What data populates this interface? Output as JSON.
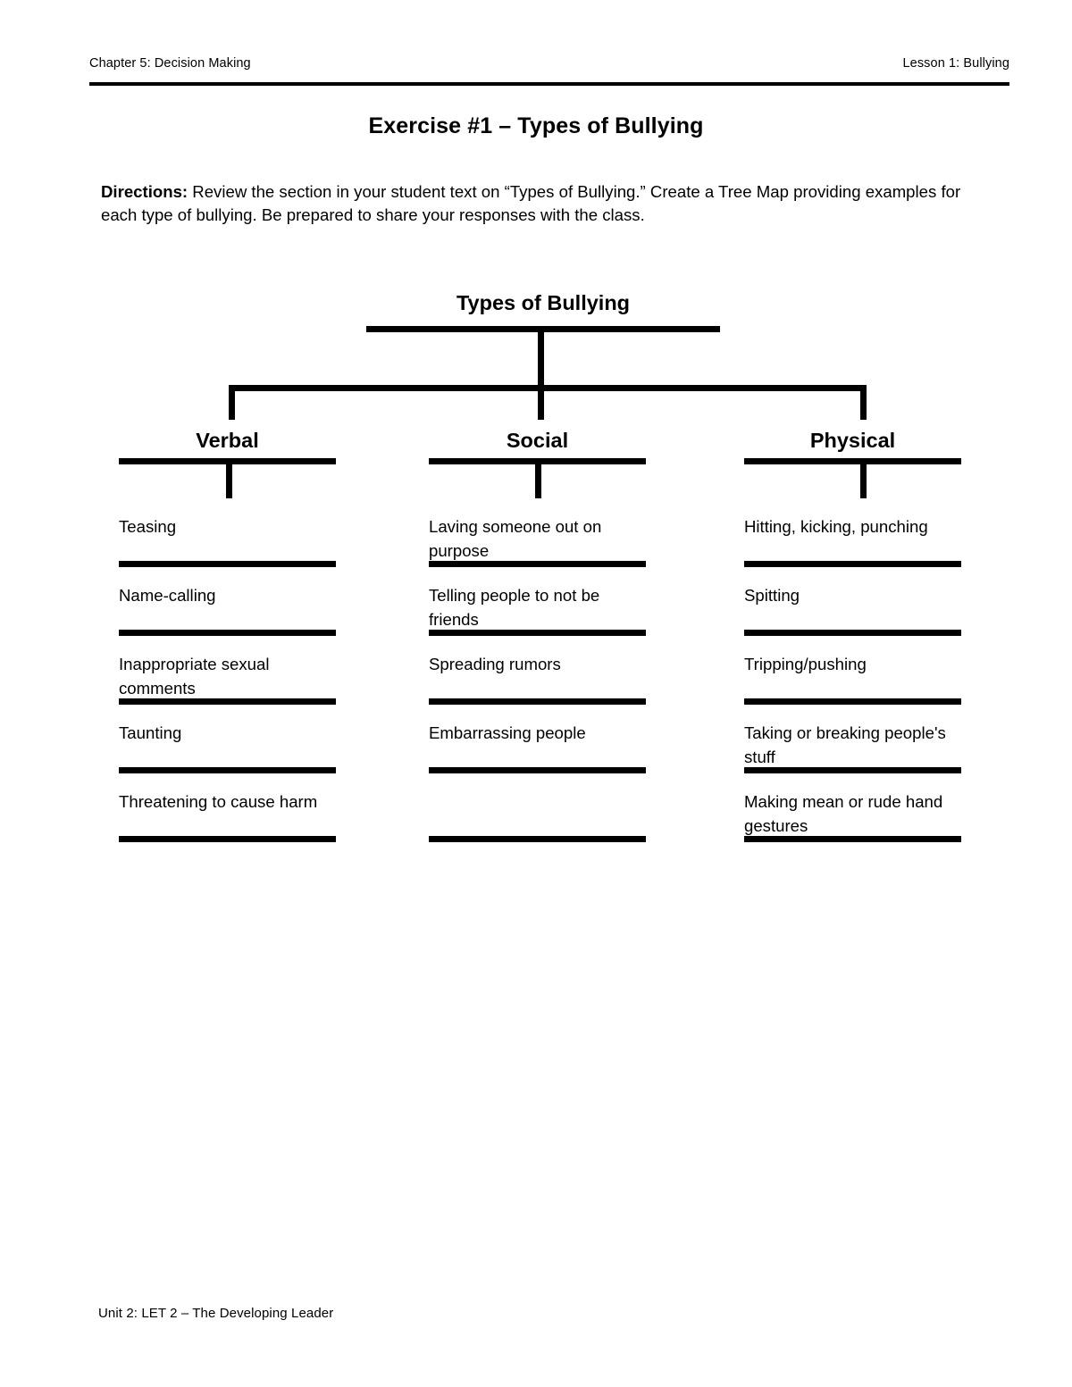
{
  "header": {
    "left": "Chapter 5: Decision Making",
    "right": "Lesson 1: Bullying"
  },
  "title": "Exercise #1 – Types of Bullying",
  "directions": {
    "label": "Directions:",
    "body": " Review the section in your student text on “Types of Bullying.” Create a Tree Map providing examples for each type of bullying. Be prepared to share your responses with the class."
  },
  "treemap": {
    "root": "Types of Bullying",
    "columns": [
      {
        "heading": "Verbal",
        "items": [
          "Teasing",
          "Name-calling",
          "Inappropriate sexual comments",
          "Taunting",
          "Threatening to cause harm"
        ]
      },
      {
        "heading": "Social",
        "items": [
          "Laving someone out on purpose",
          "Telling people to not be friends",
          "Spreading rumors",
          "Embarrassing people",
          ""
        ]
      },
      {
        "heading": "Physical",
        "items": [
          "Hitting, kicking, punching",
          "Spitting",
          "Tripping/pushing",
          "Taking or breaking people's stuff",
          "Making mean or rude hand gestures"
        ]
      }
    ]
  },
  "footer": "Unit 2: LET 2 – The Developing Leader"
}
